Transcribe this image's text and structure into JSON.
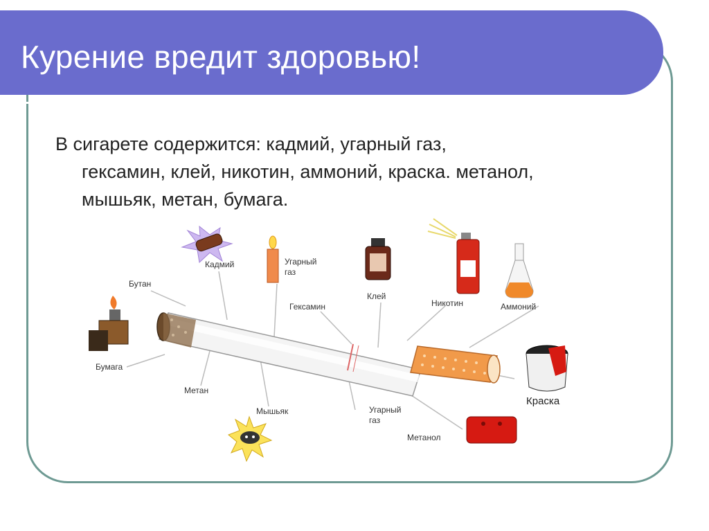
{
  "slide": {
    "title": "Курение вредит здоровью!",
    "text_lines": [
      "В сигарете содержится: кадмий, угарный газ,",
      "гексамин, клей, никотин, аммоний, краска. метанол,",
      "мышьяк, метан, бумага."
    ]
  },
  "illustration": {
    "labels": {
      "kadmiy": "Кадмий",
      "butan": "Бутан",
      "ugarny_gaz_top_1": "Угарный",
      "ugarny_gaz_top_2": "газ",
      "geksamin": "Гексамин",
      "klei": "Клей",
      "nikotin": "Никотин",
      "ammoniy": "Аммоний",
      "bumaga": "Бумага",
      "metan": "Метан",
      "myshyak": "Мышьяк",
      "ugarny_gaz_bottom_1": "Угарный",
      "ugarny_gaz_bottom_2": "газ",
      "metanol": "Метанол",
      "kraska": "Краска"
    }
  },
  "colors": {
    "header_bg": "#6a6ccd",
    "frame_border": "#6e9a93",
    "filter_orange": "#f19a4a"
  }
}
